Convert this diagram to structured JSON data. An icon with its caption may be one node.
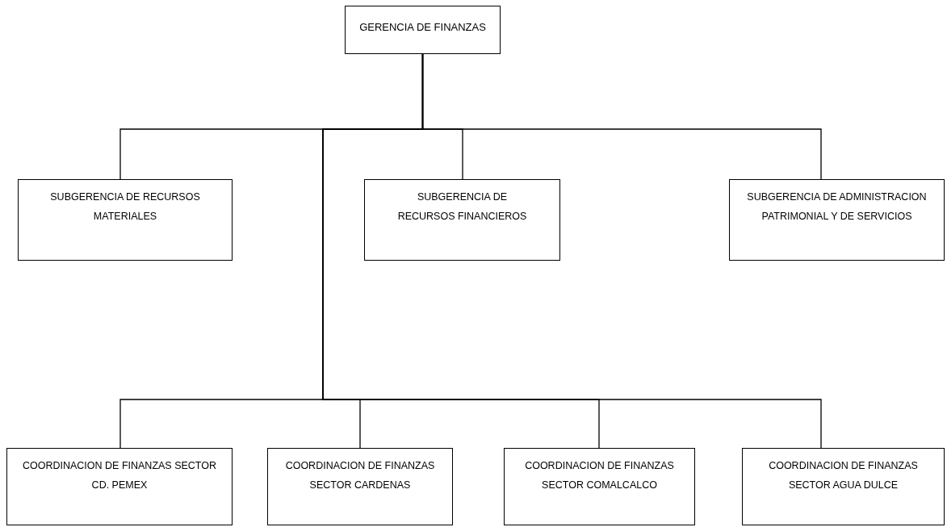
{
  "diagram": {
    "nodes": [
      {
        "text": [
          "GERENCIA DE FINANZAS"
        ]
      },
      {
        "text": [
          "SUBGERENCIA DE RECURSOS MATERIALES"
        ]
      },
      {
        "text": [
          "SUBGERENCIA DE RECURSOS FINANCIEROS"
        ]
      },
      {
        "text": [
          "SUBGERENCIA DE ADMINISTRACION PATRIMONIAL Y DE SERVICIOS"
        ]
      },
      {
        "text": [
          "COORDINACION DE FINANZAS SECTOR CD. PEMEX"
        ]
      },
      {
        "text": [
          "COORDINACION DE FINANZAS SECTOR CARDENAS"
        ]
      },
      {
        "text": [
          "COORDINACION DE FINANZAS SECTOR COMALCALCO"
        ]
      },
      {
        "text": [
          "COORDINACION DE FINANZAS SECTOR AGUA DULCE"
        ]
      }
    ],
    "edges": [
      {
        "from": 0,
        "to": 1,
        "arrow": "none"
      },
      {
        "from": 0,
        "to": 2,
        "arrow": "none"
      },
      {
        "from": 0,
        "to": 3,
        "arrow": "none"
      },
      {
        "from": 0,
        "to": 4,
        "arrow": "none"
      },
      {
        "from": 0,
        "to": 5,
        "arrow": "none"
      },
      {
        "from": 0,
        "to": 6,
        "arrow": "none"
      },
      {
        "from": 0,
        "to": 7,
        "arrow": "none"
      }
    ]
  }
}
